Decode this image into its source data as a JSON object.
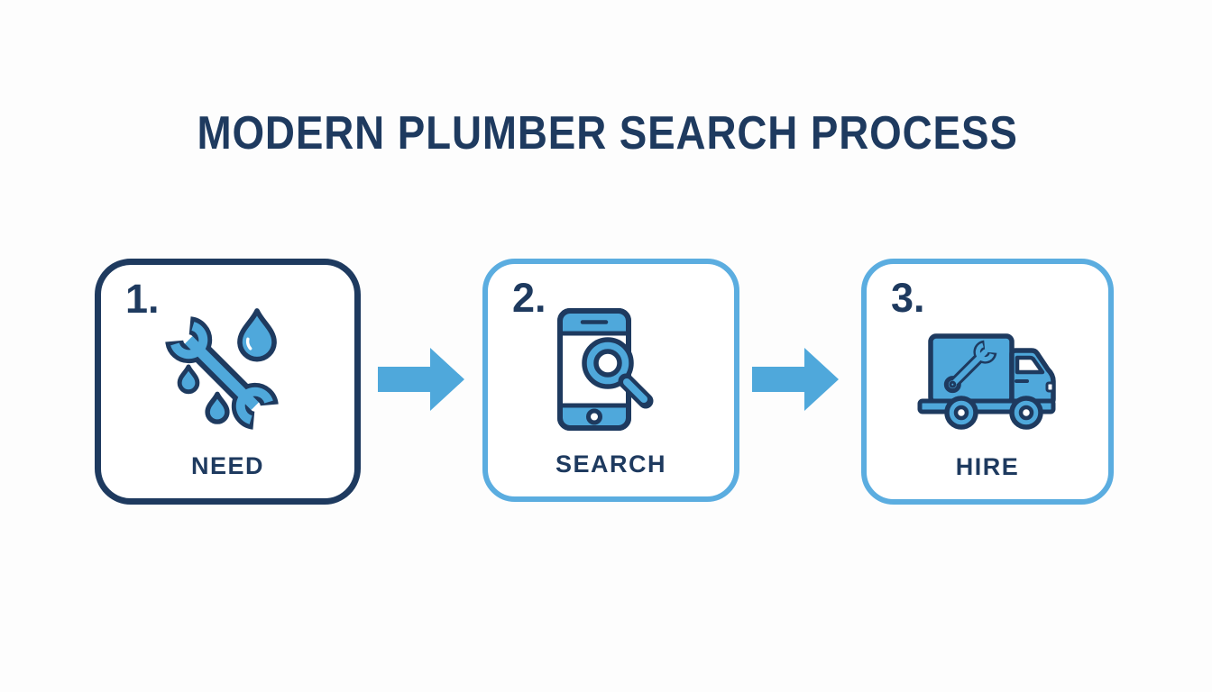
{
  "title": "MODERN PLUMBER SEARCH PROCESS",
  "palette": {
    "navy": "#1e3a5f",
    "blue": "#4fa8db",
    "blue_border": "#5bade0",
    "bg": "#fdfdfd"
  },
  "steps": [
    {
      "number": "1.",
      "label": "NEED",
      "icon": "wrench-drips-icon"
    },
    {
      "number": "2.",
      "label": "SEARCH",
      "icon": "phone-magnifier-icon"
    },
    {
      "number": "3.",
      "label": "HIRE",
      "icon": "service-truck-icon"
    }
  ],
  "arrows": {
    "count": 2,
    "direction": "right",
    "color": "#4fa8db"
  }
}
